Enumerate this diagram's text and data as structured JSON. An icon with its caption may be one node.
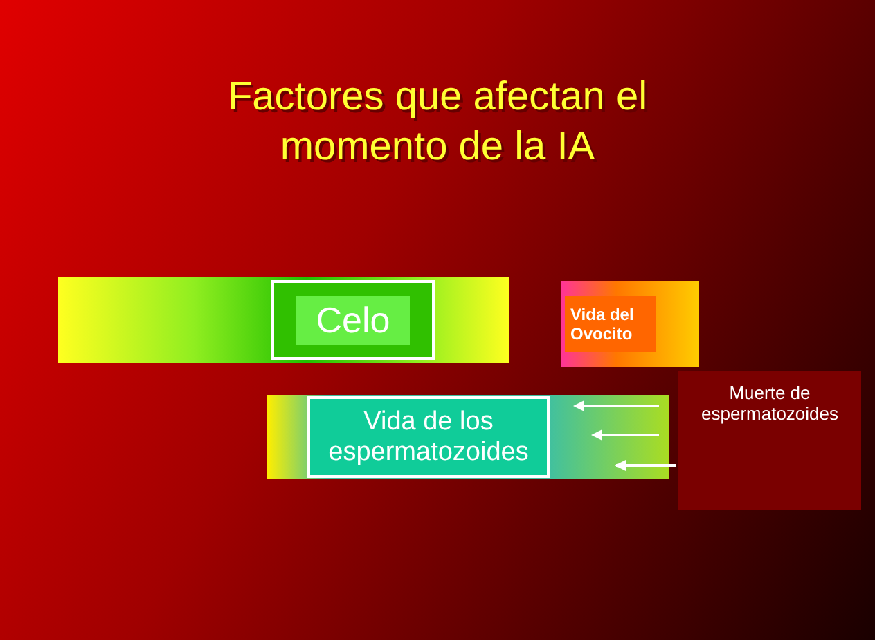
{
  "diagram": {
    "title": "Factores que afectan el momento de la IA",
    "nodes": [
      {
        "text": [],
        "shape": "bar"
      },
      {
        "text": [
          "Celo"
        ],
        "in": 0
      },
      {
        "text": [
          "Vida del Ovocito"
        ]
      },
      {
        "text": [],
        "shape": "bar"
      },
      {
        "text": [
          "Vida de los espermatozoides"
        ],
        "in": 3
      },
      {
        "text": [
          "Muerte de espermatozoides"
        ]
      }
    ],
    "edges": [
      {
        "from": 5,
        "to": 3,
        "arrow": "to"
      },
      {
        "from": 5,
        "to": 3,
        "arrow": "to"
      },
      {
        "from": 5,
        "to": 3,
        "arrow": "to"
      }
    ]
  }
}
